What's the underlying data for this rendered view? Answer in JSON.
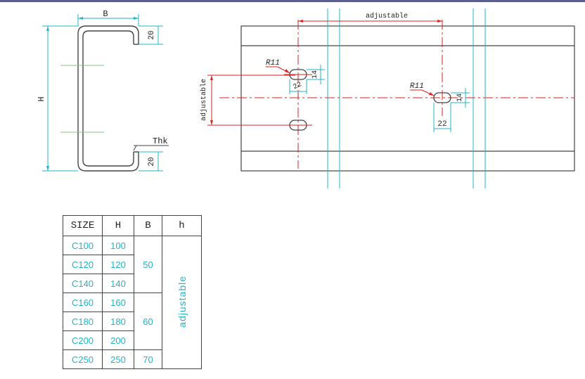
{
  "section_labels": {
    "width": "B",
    "height": "H",
    "lip_top": "20",
    "lip_bottom": "20",
    "thickness": "Thk"
  },
  "plan_labels": {
    "adjustable_top": "adjustable",
    "adjustable_left": "adjustable",
    "radius_left": "R11",
    "radius_right": "R11",
    "slot_height_left": "14",
    "slot_width_left": "22",
    "slot_height_right": "14",
    "slot_width_right": "22"
  },
  "table": {
    "headers": [
      "SIZE",
      "H",
      "B",
      "h"
    ],
    "rows": [
      {
        "size": "C100",
        "h": "100"
      },
      {
        "size": "C120",
        "h": "120"
      },
      {
        "size": "C140",
        "h": "140"
      },
      {
        "size": "C160",
        "h": "160"
      },
      {
        "size": "C180",
        "h": "180"
      },
      {
        "size": "C200",
        "h": "200"
      },
      {
        "size": "C250",
        "h": "250"
      }
    ],
    "b_groups": [
      "50",
      "60",
      "70"
    ],
    "h_note": "adjustable"
  },
  "colors": {
    "outline": "#444444",
    "centerline": "#dd2222",
    "dimension": "#1fb5c8",
    "guide": "#7ec87e"
  }
}
